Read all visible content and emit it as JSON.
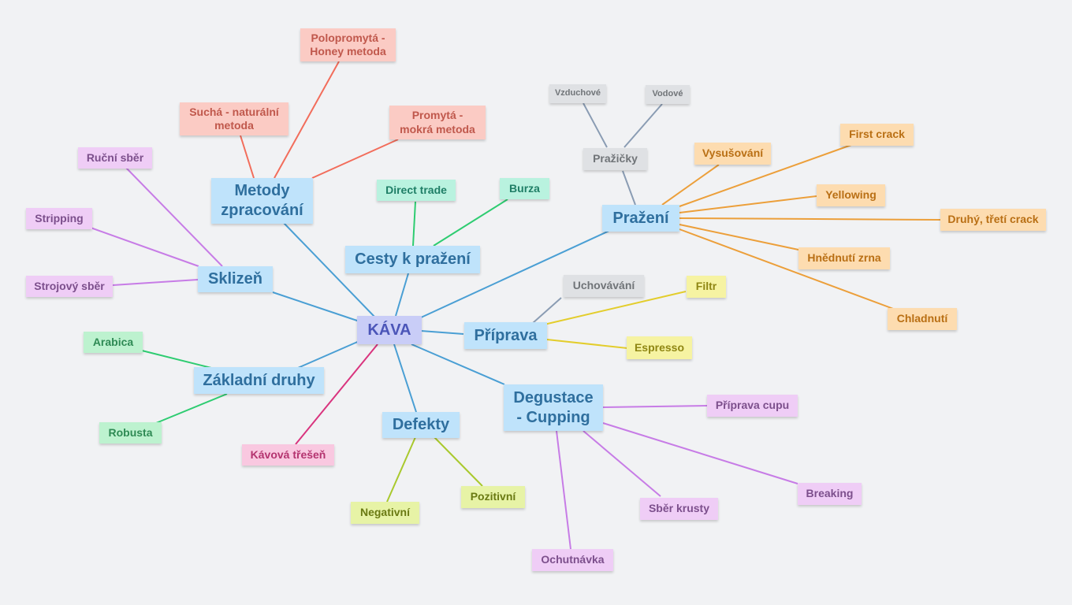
{
  "colors": {
    "red": "#f26d5b",
    "purple": "#c77ce6",
    "green": "#2ecc71",
    "teal": "#2ed6a6",
    "pink": "#d9347e",
    "lime": "#a9c92d",
    "yellow": "#e3cd2c",
    "orange": "#ec9f3a",
    "gray": "#8a9cb3",
    "blue": "#4a9fd4"
  },
  "nodes": {
    "kava": "KÁVA",
    "metody": "Metody\nzpracování",
    "polopromyta": "Polopromytá -\nHoney metoda",
    "sucha": "Suchá - naturální\nmetoda",
    "promyta": "Promytá -\nmokrá metoda",
    "sklizen": "Sklizeň",
    "rucni": "Ruční sběr",
    "stripping": "Stripping",
    "strojovy": "Strojový sběr",
    "zakladni": "Základní druhy",
    "arabica": "Arabica",
    "robusta": "Robusta",
    "tresen": "Kávová třešeň",
    "cesty": "Cesty k pražení",
    "direct": "Direct trade",
    "burza": "Burza",
    "defekty": "Defekty",
    "negativni": "Negativní",
    "pozitivni": "Pozitivní",
    "degustace": "Degustace\n- Cupping",
    "pripravacupu": "Příprava cupu",
    "breaking": "Breaking",
    "sberkrusty": "Sběr krusty",
    "ochutnavka": "Ochutnávka",
    "priprava": "Příprava",
    "uchovavani": "Uchovávání",
    "filtr": "Filtr",
    "espresso": "Espresso",
    "prazeni": "Pražení",
    "prazicky": "Pražičky",
    "vzduchove": "Vzduchové",
    "vodove": "Vodové",
    "vysusovani": "Vysušování",
    "firstcrack": "First crack",
    "yellowing": "Yellowing",
    "druhy": "Druhý, třetí crack",
    "hnednuti": "Hnědnutí zrna",
    "chladnuti": "Chladnutí"
  }
}
